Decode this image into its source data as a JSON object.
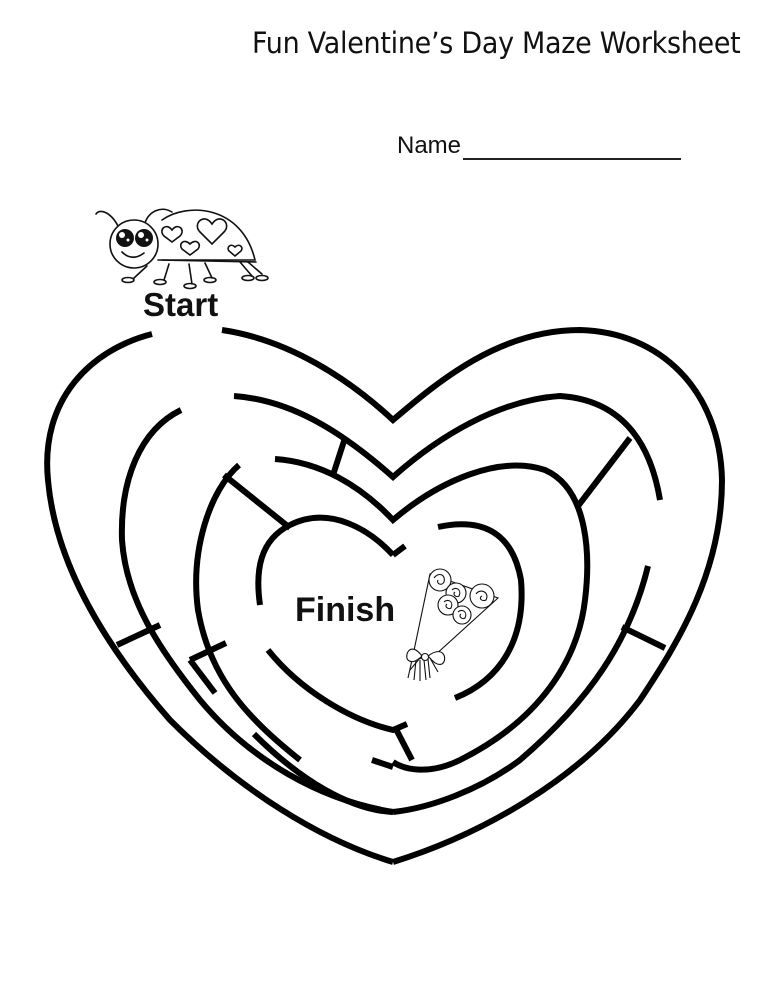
{
  "worksheet": {
    "title": "Fun Valentine’s Day Maze Worksheet",
    "name_label": "Name",
    "name_value": ""
  },
  "maze": {
    "start_label": "Start",
    "finish_label": "Finish",
    "shape": "heart",
    "rings": 4,
    "stroke_color": "#000000",
    "background_color": "#ffffff"
  },
  "illustrations": {
    "start_icon": "ladybug-with-hearts-icon",
    "finish_icon": "rose-bouquet-icon"
  }
}
